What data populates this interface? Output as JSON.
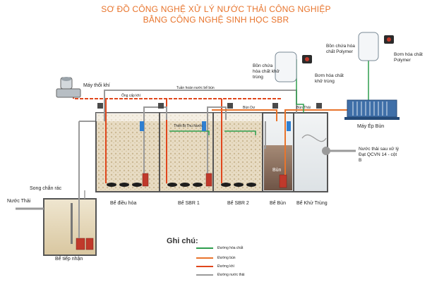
{
  "title": {
    "line1": "SƠ ĐỒ CÔNG NGHỆ XỬ LÝ NƯỚC THẢI CÔNG NGHIỆP",
    "line2": "BẰNG CÔNG NGHỆ SINH HỌC SBR"
  },
  "labels": {
    "blower": "Máy thổi khí",
    "air_pipe": "Ống cấp khí",
    "sludge_recirc": "Tuần hoàn nước bể bùn",
    "decanter": "Thiết Bị Thu Nước",
    "sludge_left": "Bùn Dư",
    "sludge_right": "Bùn Thải",
    "tank1": "Bồn chứa hóa chất khử trùng",
    "pump1": "Bơm hóa chất khử trùng",
    "tank2": "Bồn chứa hóa chất Polymer",
    "pump2": "Bơm hóa chất Polymer",
    "press": "Máy Ép Bùn",
    "outlet": "Nước thải sau xử lý Đạt QCVN 14 - cột B",
    "screen": "Song chắn rác",
    "inlet": "Nước Thải",
    "sump": "Bể tiếp nhận",
    "equalization": "Bể điều hòa",
    "sbr1": "Bể SBR 1",
    "sbr2": "Bể SBR 2",
    "sludge_tank": "Bể Bùn",
    "sludge_word": "Bùn",
    "disinfection": "Bể Khử Trùng"
  },
  "legend": {
    "title": "Ghi chú:",
    "items": [
      {
        "label": "Đường hóa chất",
        "color": "#2e9e4e"
      },
      {
        "label": "Đường bùn",
        "color": "#e8742c"
      },
      {
        "label": "Đường khí",
        "color": "#e0461c"
      },
      {
        "label": "Đường nước thải",
        "color": "#9a9a9a"
      }
    ]
  }
}
